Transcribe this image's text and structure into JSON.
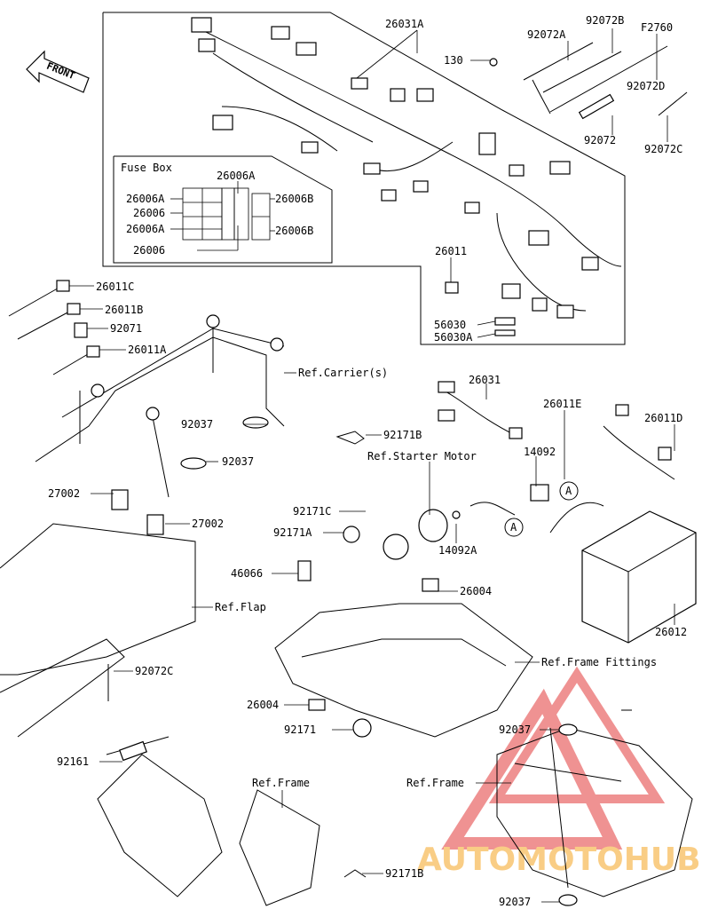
{
  "front_label": "FRONT",
  "fuse_box": {
    "title": "Fuse Box",
    "labels": [
      "26006A",
      "26006A",
      "26006",
      "26006A",
      "26006",
      "26006B",
      "26006B"
    ]
  },
  "parts": [
    "26031A",
    "92072A",
    "92072B",
    "F2760",
    "130",
    "92072D",
    "92072",
    "92072C",
    "26011",
    "56030",
    "56030A",
    "26011C",
    "26011B",
    "92071",
    "26011A",
    "Ref.Carrier(s)",
    "92037",
    "92037",
    "26031",
    "92171B",
    "Ref.Starter Motor",
    "26011E",
    "26011D",
    "14092",
    "27002",
    "27002",
    "92171C",
    "92171A",
    "46066",
    "14092A",
    "26004",
    "Ref.Flap",
    "26012",
    "Ref.Frame Fittings",
    "92072C",
    "26004",
    "92171",
    "92037",
    "92161",
    "Ref.Frame",
    "Ref.Frame",
    "92171B",
    "92037"
  ],
  "callouts": [
    "A",
    "A"
  ],
  "watermark": {
    "text": "AUTOMOTOHUB",
    "brand_color": "#e23a3a",
    "accent_color": "#f5a623"
  }
}
